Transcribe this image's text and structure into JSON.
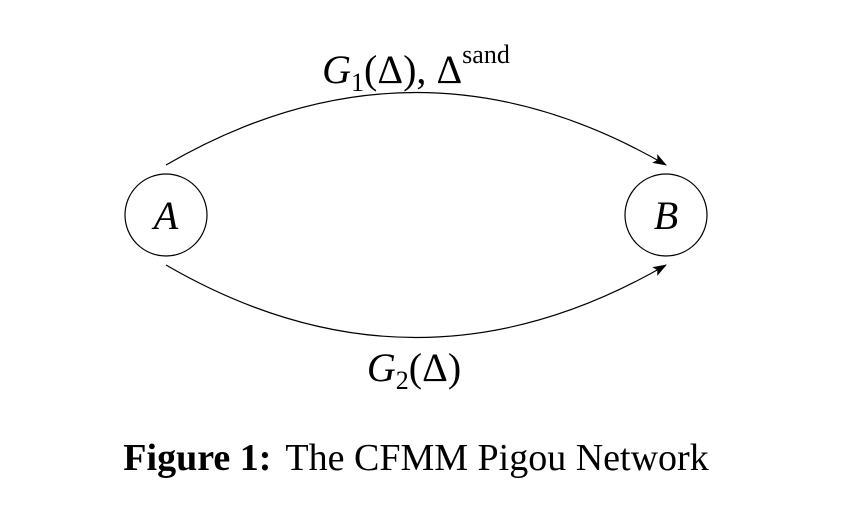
{
  "diagram": {
    "nodes": {
      "a": {
        "label": "A"
      },
      "b": {
        "label": "B"
      }
    },
    "edges": {
      "top": {
        "g_symbol": "G",
        "g_sub": "1",
        "open": "(",
        "delta": "Δ",
        "close": "),",
        "delta2": "Δ",
        "sup": "sand"
      },
      "bottom": {
        "g_symbol": "G",
        "g_sub": "2",
        "open": "(",
        "delta": "Δ",
        "close": ")"
      }
    }
  },
  "caption": {
    "prefix": "Figure 1:",
    "text": "The CFMM Pigou Network"
  }
}
